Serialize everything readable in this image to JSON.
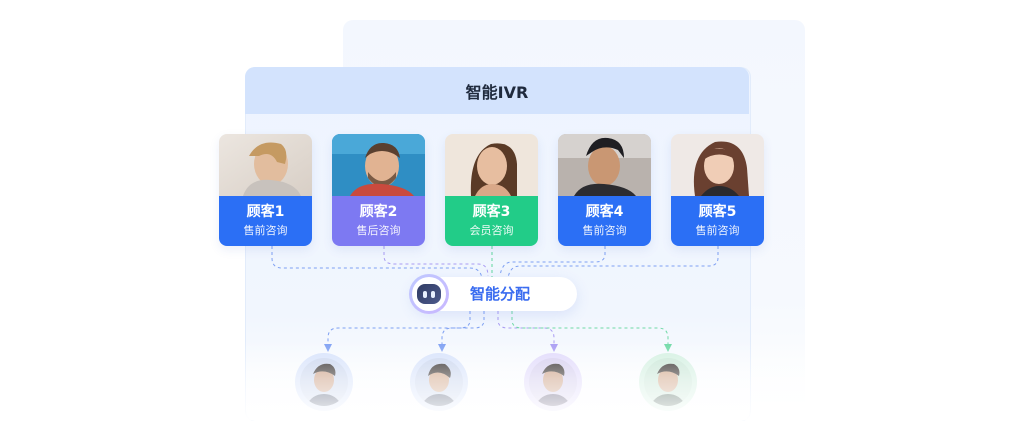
{
  "ivr": {
    "title": "智能IVR"
  },
  "customers": [
    {
      "name": "顾客1",
      "tag": "售前咨询",
      "color": "#2b6ff5"
    },
    {
      "name": "顾客2",
      "tag": "售后咨询",
      "color": "#7d79f2"
    },
    {
      "name": "顾客3",
      "tag": "会员咨询",
      "color": "#22cc88"
    },
    {
      "name": "顾客4",
      "tag": "售前咨询",
      "color": "#2b6ff5"
    },
    {
      "name": "顾客5",
      "tag": "售前咨询",
      "color": "#2b6ff5"
    }
  ],
  "dispatcher": {
    "label": "智能分配",
    "icon": "robot-icon"
  },
  "agents": [
    {
      "ring": "#cfdcfb"
    },
    {
      "ring": "#cfdcfb"
    },
    {
      "ring": "#ddd4fb"
    },
    {
      "ring": "#cfeedd"
    }
  ],
  "colors": {
    "blue": "#4f7ff0",
    "purple": "#9a8cf0",
    "green": "#3ccc88"
  }
}
